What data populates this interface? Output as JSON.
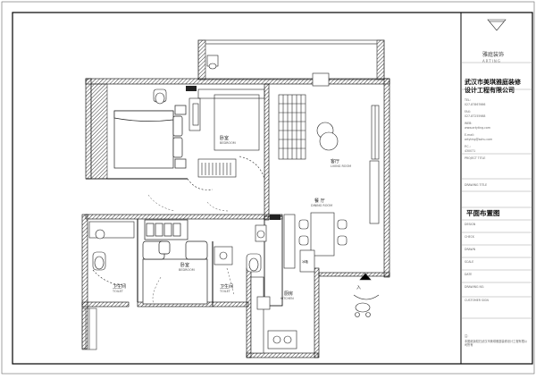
{
  "title_block": {
    "logo_text": "雅庭装饰",
    "logo_sub": "ARTING",
    "company_line1": "武汉市美琪雅庭装修",
    "company_line2": "设计工程有限公司",
    "contact": [
      "TEL:",
      "027-87867666",
      "FAX:",
      "027-87255988",
      "WEB:",
      "www.artyting.com",
      "E-mail:",
      "artyting@sohu.com",
      "P.C.:",
      "430071"
    ],
    "project_name_label": "PROJECT TITLE",
    "drawing_name_label": "DRAWING TITLE",
    "drawing_title": "平面布置图",
    "fields": [
      "DESIGN",
      "CHECK",
      "DRAWN",
      "SCALE",
      "DATE",
      "DRAWING NO.",
      "CUSTOMER SIGN"
    ],
    "note_label": "注：",
    "note_text": "本图纸版权归武汉市美琪雅庭装修设计工程有限公司所有"
  },
  "rooms": {
    "bedroom1": {
      "zh": "卧室",
      "en": "BEDROOM"
    },
    "living": {
      "zh": "客厅",
      "en": "LIVING ROOM"
    },
    "dining": {
      "zh": "餐 厅",
      "en": "DINING ROOM"
    },
    "bedroom2": {
      "zh": "卧室",
      "en": "BEDROOM"
    },
    "toilet1": {
      "zh": "卫生间",
      "en": "TOILET"
    },
    "toilet2": {
      "zh": "卫生间",
      "en": "TOILET"
    },
    "kitchen": {
      "zh": "厨房",
      "en": "KITCHEN"
    }
  },
  "entrance_label": "入",
  "fridge_label": "冰箱"
}
